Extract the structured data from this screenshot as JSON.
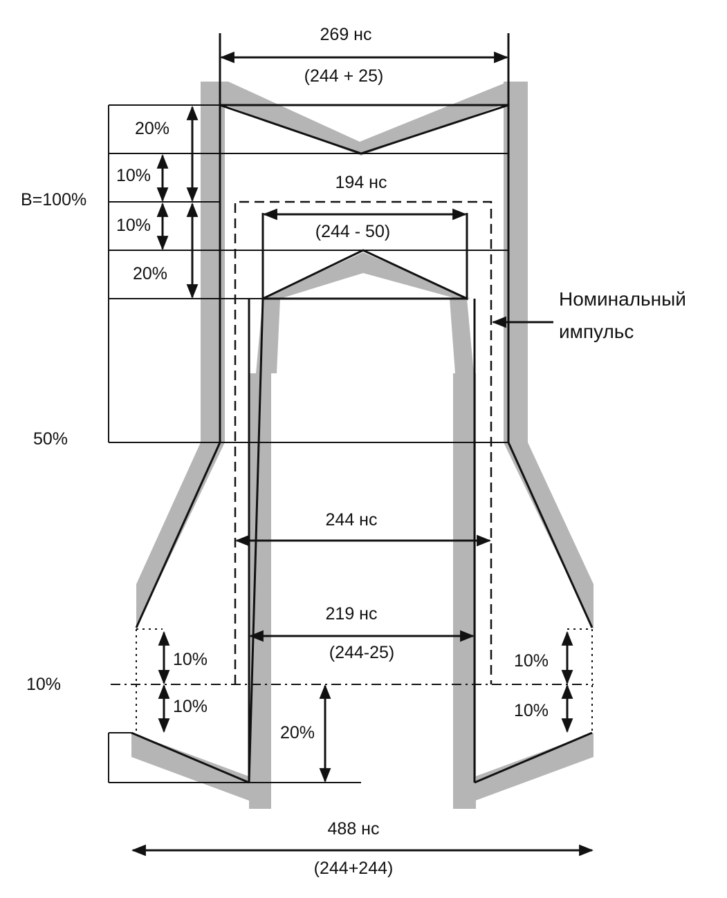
{
  "labels": {
    "top_width": "269 нс",
    "top_width_formula": "(244 + 25)",
    "inner_width": "194 нс",
    "inner_width_formula": "(244 - 50)",
    "nominal_width": "244 нс",
    "lower_width": "219 нс",
    "lower_width_formula": "(244-25)",
    "bottom_width": "488 нс",
    "bottom_width_formula": "(244+244)",
    "pct_20_top": "20%",
    "pct_10_a": "10%",
    "pct_10_b": "10%",
    "pct_20_b": "20%",
    "pct_10_left_a": "10%",
    "pct_10_left_b": "10%",
    "pct_10_right_a": "10%",
    "pct_10_right_b": "10%",
    "pct_20_bottom": "20%",
    "level_100": "B=100%",
    "level_50": "50%",
    "level_10": "10%",
    "nominal_pulse_line1": "Номинальный",
    "nominal_pulse_line2": "импульс"
  },
  "colors": {
    "ink": "#111111",
    "mask_gray": "#b5b5b5",
    "background": "#ffffff"
  }
}
